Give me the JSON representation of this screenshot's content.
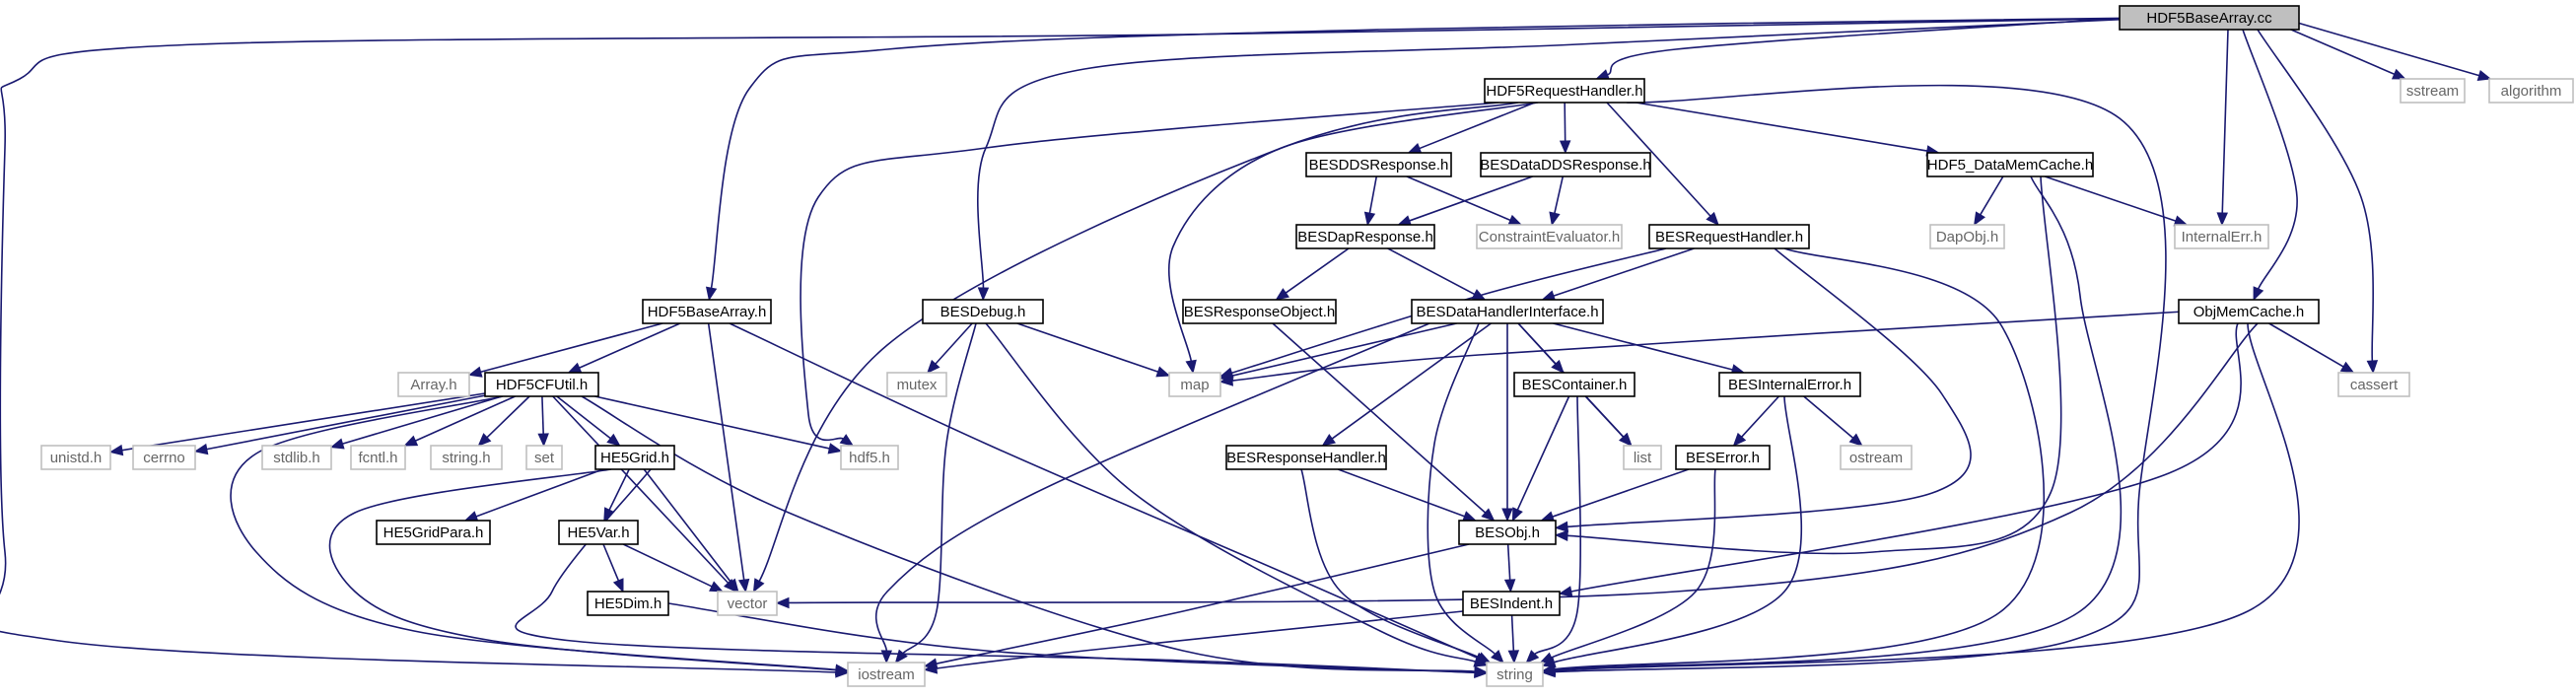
{
  "diagram": {
    "nodes": [
      {
        "id": "root",
        "label": "HDF5BaseArray.cc",
        "style": "root"
      },
      {
        "id": "reqh",
        "label": "HDF5RequestHandler.h",
        "style": "solid"
      },
      {
        "id": "sstream",
        "label": "sstream",
        "style": "ext"
      },
      {
        "id": "algorithm",
        "label": "algorithm",
        "style": "ext"
      },
      {
        "id": "ddsresp",
        "label": "BESDDSResponse.h",
        "style": "solid"
      },
      {
        "id": "dataddsresp",
        "label": "BESDataDDSResponse.h",
        "style": "solid"
      },
      {
        "id": "memcache",
        "label": "HDF5_DataMemCache.h",
        "style": "solid"
      },
      {
        "id": "dapresp",
        "label": "BESDapResponse.h",
        "style": "solid"
      },
      {
        "id": "constraint",
        "label": "ConstraintEvaluator.h",
        "style": "ext"
      },
      {
        "id": "dapobj",
        "label": "DapObj.h",
        "style": "ext"
      },
      {
        "id": "internalerr",
        "label": "InternalErr.h",
        "style": "ext"
      },
      {
        "id": "besreqh",
        "label": "BESRequestHandler.h",
        "style": "solid"
      },
      {
        "id": "basearrh",
        "label": "HDF5BaseArray.h",
        "style": "solid"
      },
      {
        "id": "besdebug",
        "label": "BESDebug.h",
        "style": "solid"
      },
      {
        "id": "respobj",
        "label": "BESResponseObject.h",
        "style": "solid"
      },
      {
        "id": "dhi",
        "label": "BESDataHandlerInterface.h",
        "style": "solid"
      },
      {
        "id": "objmem",
        "label": "ObjMemCache.h",
        "style": "solid"
      },
      {
        "id": "arrayh",
        "label": "Array.h",
        "style": "ext"
      },
      {
        "id": "cfutil",
        "label": "HDF5CFUtil.h",
        "style": "solid"
      },
      {
        "id": "mutex",
        "label": "mutex",
        "style": "ext"
      },
      {
        "id": "map",
        "label": "map",
        "style": "ext"
      },
      {
        "id": "container",
        "label": "BESContainer.h",
        "style": "solid"
      },
      {
        "id": "interr",
        "label": "BESInternalError.h",
        "style": "solid"
      },
      {
        "id": "cassert",
        "label": "cassert",
        "style": "ext"
      },
      {
        "id": "unistd",
        "label": "unistd.h",
        "style": "ext"
      },
      {
        "id": "cerrno",
        "label": "cerrno",
        "style": "ext"
      },
      {
        "id": "stdlib",
        "label": "stdlib.h",
        "style": "ext"
      },
      {
        "id": "fcntl",
        "label": "fcntl.h",
        "style": "ext"
      },
      {
        "id": "stringh",
        "label": "string.h",
        "style": "ext"
      },
      {
        "id": "set",
        "label": "set",
        "style": "ext"
      },
      {
        "id": "he5grid",
        "label": "HE5Grid.h",
        "style": "solid"
      },
      {
        "id": "hdf5h",
        "label": "hdf5.h",
        "style": "ext"
      },
      {
        "id": "resph",
        "label": "BESResponseHandler.h",
        "style": "solid"
      },
      {
        "id": "list",
        "label": "list",
        "style": "ext"
      },
      {
        "id": "berror",
        "label": "BESError.h",
        "style": "solid"
      },
      {
        "id": "ostream",
        "label": "ostream",
        "style": "ext"
      },
      {
        "id": "he5gridpara",
        "label": "HE5GridPara.h",
        "style": "solid"
      },
      {
        "id": "he5var",
        "label": "HE5Var.h",
        "style": "solid"
      },
      {
        "id": "besobj",
        "label": "BESObj.h",
        "style": "solid"
      },
      {
        "id": "vector",
        "label": "vector",
        "style": "ext"
      },
      {
        "id": "he5dim",
        "label": "HE5Dim.h",
        "style": "solid"
      },
      {
        "id": "indent",
        "label": "BESIndent.h",
        "style": "solid"
      },
      {
        "id": "iostream",
        "label": "iostream",
        "style": "ext"
      },
      {
        "id": "string",
        "label": "string",
        "style": "ext"
      }
    ],
    "edges": [
      [
        "root",
        "reqh"
      ],
      [
        "root",
        "sstream"
      ],
      [
        "root",
        "algorithm"
      ],
      [
        "root",
        "internalerr"
      ],
      [
        "root",
        "objmem"
      ],
      [
        "root",
        "cassert"
      ],
      [
        "root",
        "basearrh"
      ],
      [
        "root",
        "besdebug"
      ],
      [
        "root",
        "iostream"
      ],
      [
        "reqh",
        "ddsresp"
      ],
      [
        "reqh",
        "dataddsresp"
      ],
      [
        "reqh",
        "memcache"
      ],
      [
        "reqh",
        "besreqh"
      ],
      [
        "reqh",
        "map"
      ],
      [
        "reqh",
        "vector"
      ],
      [
        "reqh",
        "hdf5h"
      ],
      [
        "reqh",
        "string"
      ],
      [
        "ddsresp",
        "dapresp"
      ],
      [
        "ddsresp",
        "constraint"
      ],
      [
        "dataddsresp",
        "dapresp"
      ],
      [
        "dataddsresp",
        "constraint"
      ],
      [
        "dapresp",
        "respobj"
      ],
      [
        "dapresp",
        "dhi"
      ],
      [
        "respobj",
        "besobj"
      ],
      [
        "memcache",
        "dapobj"
      ],
      [
        "memcache",
        "internalerr"
      ],
      [
        "memcache",
        "besobj"
      ],
      [
        "memcache",
        "string"
      ],
      [
        "besreqh",
        "dhi"
      ],
      [
        "besreqh",
        "map"
      ],
      [
        "besreqh",
        "besobj"
      ],
      [
        "besreqh",
        "string"
      ],
      [
        "dhi",
        "map"
      ],
      [
        "dhi",
        "container"
      ],
      [
        "dhi",
        "interr"
      ],
      [
        "dhi",
        "resph"
      ],
      [
        "dhi",
        "besobj"
      ],
      [
        "dhi",
        "list"
      ],
      [
        "dhi",
        "iostream"
      ],
      [
        "dhi",
        "string"
      ],
      [
        "container",
        "list"
      ],
      [
        "container",
        "besobj"
      ],
      [
        "container",
        "string"
      ],
      [
        "interr",
        "berror"
      ],
      [
        "interr",
        "ostream"
      ],
      [
        "interr",
        "string"
      ],
      [
        "berror",
        "besobj"
      ],
      [
        "berror",
        "string"
      ],
      [
        "resph",
        "besobj"
      ],
      [
        "resph",
        "string"
      ],
      [
        "besobj",
        "indent"
      ],
      [
        "besobj",
        "iostream"
      ],
      [
        "indent",
        "iostream"
      ],
      [
        "indent",
        "string"
      ],
      [
        "objmem",
        "map"
      ],
      [
        "objmem",
        "cassert"
      ],
      [
        "objmem",
        "indent"
      ],
      [
        "objmem",
        "string"
      ],
      [
        "objmem",
        "vector"
      ],
      [
        "besdebug",
        "mutex"
      ],
      [
        "besdebug",
        "map"
      ],
      [
        "besdebug",
        "iostream"
      ],
      [
        "besdebug",
        "string"
      ],
      [
        "basearrh",
        "arrayh"
      ],
      [
        "basearrh",
        "cfutil"
      ],
      [
        "basearrh",
        "vector"
      ],
      [
        "basearrh",
        "string"
      ],
      [
        "cfutil",
        "unistd"
      ],
      [
        "cfutil",
        "cerrno"
      ],
      [
        "cfutil",
        "stdlib"
      ],
      [
        "cfutil",
        "fcntl"
      ],
      [
        "cfutil",
        "stringh"
      ],
      [
        "cfutil",
        "set"
      ],
      [
        "cfutil",
        "he5grid"
      ],
      [
        "cfutil",
        "hdf5h"
      ],
      [
        "cfutil",
        "vector"
      ],
      [
        "cfutil",
        "iostream"
      ],
      [
        "cfutil",
        "string"
      ],
      [
        "he5grid",
        "he5gridpara"
      ],
      [
        "he5grid",
        "he5var"
      ],
      [
        "he5grid",
        "vector"
      ],
      [
        "he5grid",
        "iostream"
      ],
      [
        "he5grid",
        "string"
      ],
      [
        "he5var",
        "he5dim"
      ],
      [
        "he5var",
        "vector"
      ],
      [
        "he5dim",
        "string"
      ]
    ],
    "colors": {
      "edge": "#191970",
      "solid_border": "#000000",
      "ext_border": "#bfbfbf",
      "root_fill": "#bfbfbf",
      "ext_text": "#666666"
    }
  }
}
